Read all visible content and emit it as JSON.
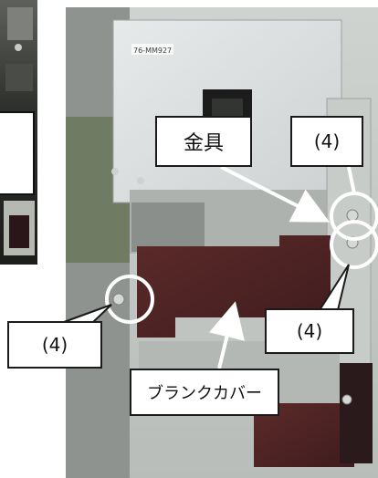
{
  "labels": {
    "fitting": "金具",
    "screw_top_right": "(4)",
    "screw_right": "(4)",
    "screw_left": "(4)",
    "blank_cover": "ブランクカバー"
  },
  "photo": {
    "tag_text": "76-MM927"
  }
}
